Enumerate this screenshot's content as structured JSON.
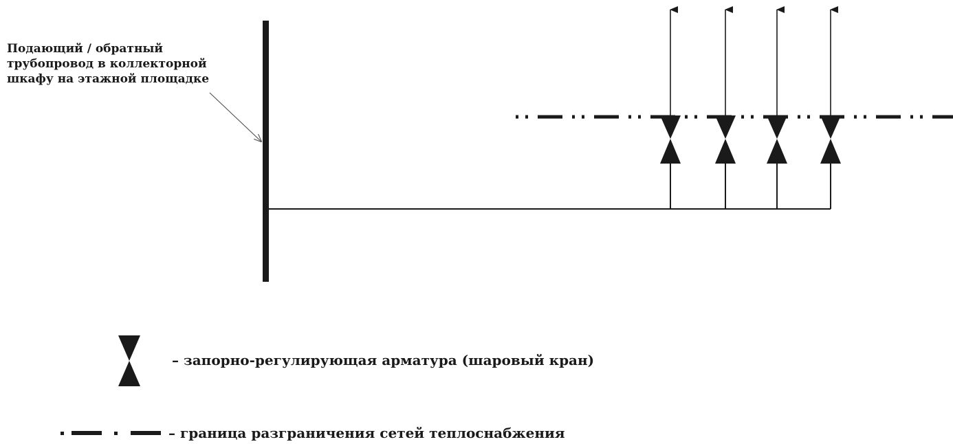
{
  "pipe_label": {
    "line1": "Подающий / обратный",
    "line2": "трубопровод в коллекторной",
    "line3": "шкафу на этажной площадке"
  },
  "legend": {
    "valve": {
      "icon": "ball-valve-icon",
      "text": "– запорно-регулирующая арматура (шаровый кран)"
    },
    "boundary": {
      "icon": "dash-dot-boundary-line",
      "text": "– граница разграничения сетей теплоснабжения"
    }
  },
  "branch_count": 4,
  "colors": {
    "line": "#1a1a1a",
    "background": "#ffffff"
  }
}
